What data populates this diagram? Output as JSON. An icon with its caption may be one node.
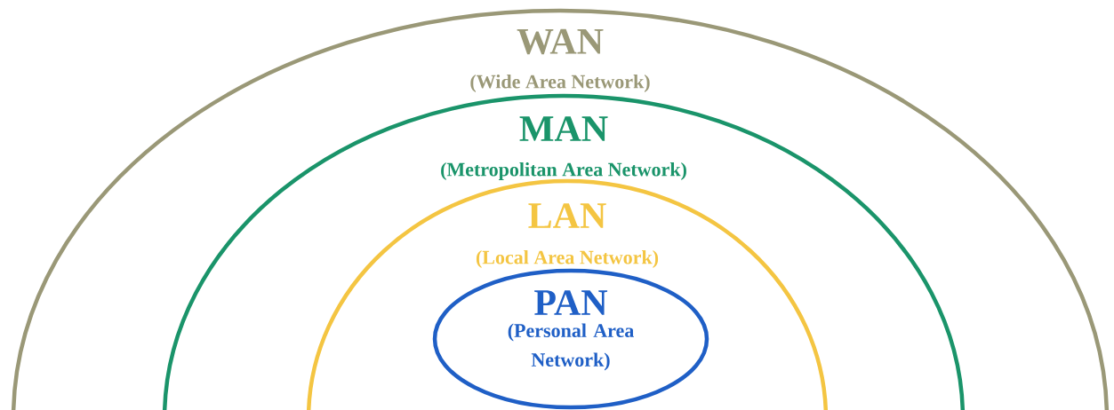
{
  "diagram": {
    "nodes": [
      {
        "text": [
          "WAN",
          "(Wide Area Network)"
        ]
      },
      {
        "text": [
          "MAN",
          "(Metropolitan Area Network)"
        ],
        "in": 0
      },
      {
        "text": [
          "LAN",
          "(Local Area Network)"
        ],
        "in": 1
      },
      {
        "text": [
          "PAN",
          "(Personal Area Network)"
        ],
        "in": 2
      }
    ]
  }
}
